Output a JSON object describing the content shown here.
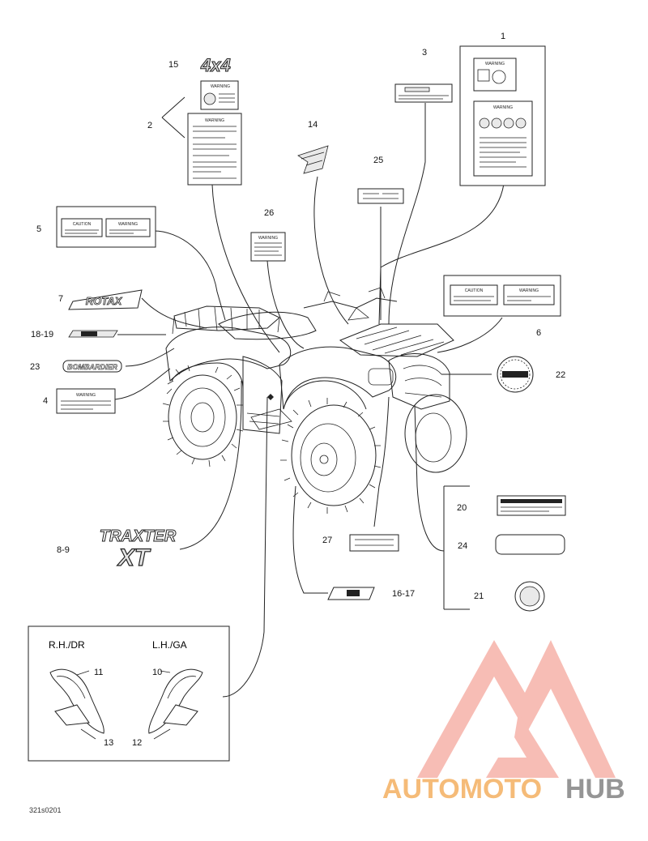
{
  "callouts": {
    "c1": "1",
    "c2": "2",
    "c3": "3",
    "c4": "4",
    "c5": "5",
    "c6": "6",
    "c7": "7",
    "c8_9": "8-9",
    "c10": "10",
    "c11": "11",
    "c12": "12",
    "c13": "13",
    "c14": "14",
    "c15": "15",
    "c16_17": "16-17",
    "c18_19": "18-19",
    "c20": "20",
    "c21": "21",
    "c22": "22",
    "c23": "23",
    "c24": "24",
    "c25": "25",
    "c26": "26",
    "c27": "27"
  },
  "inset": {
    "rh_label": "R.H./DR",
    "lh_label": "L.H./GA"
  },
  "decal_text": {
    "warning": "WARNING",
    "caution": "CAUTION",
    "rotax": "ROTAX",
    "traxter": "TRAXTER",
    "xt": "XT",
    "four_by_four": "4x4",
    "bombardier": "BOMBARDIER"
  },
  "drawing_code": "321s0201",
  "watermark": {
    "word_part1": "AUTOMOTO",
    "word_part2": "HUB",
    "color_light": "#f7b6ad",
    "color_dark": "#8a8a8a",
    "orange": "#f4b46a"
  }
}
